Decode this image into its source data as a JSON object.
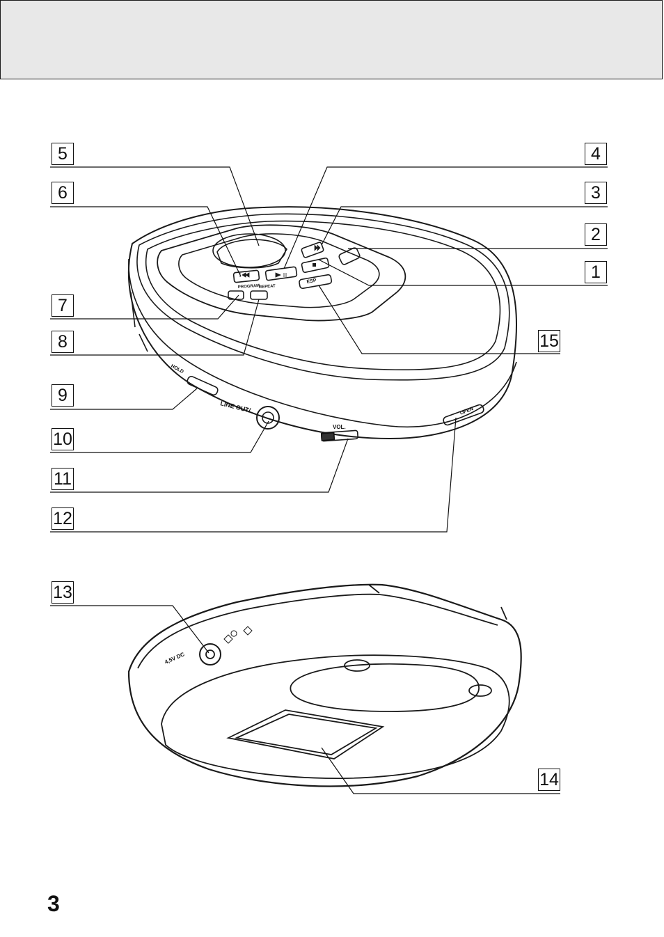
{
  "page": {
    "number": "3"
  },
  "callouts": {
    "c1": "1",
    "c2": "2",
    "c3": "3",
    "c4": "4",
    "c5": "5",
    "c6": "6",
    "c7": "7",
    "c8": "8",
    "c9": "9",
    "c10": "10",
    "c11": "11",
    "c12": "12",
    "c13": "13",
    "c14": "14",
    "c15": "15"
  },
  "device_labels": {
    "program_label": "PROGRAM",
    "repeat_label": "REPEAT",
    "esp_label": "ESP",
    "line_out_label": "LINE OUT/",
    "hold_label": "HOLD",
    "volume_label": "VOL.",
    "open_label": "OPEN",
    "dc_label": "4,5V DC"
  }
}
